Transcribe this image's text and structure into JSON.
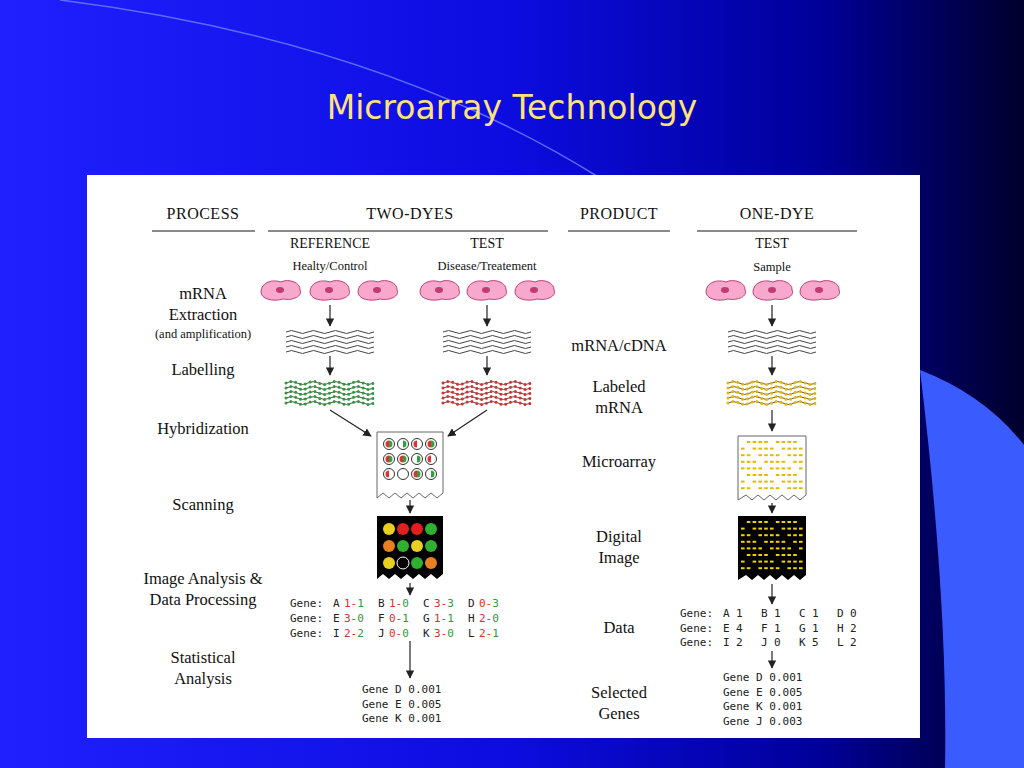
{
  "diagram": {
    "title": "Microarray Technology",
    "labels": [
      "PROCESS",
      "TWO-DYES",
      "PRODUCT",
      "ONE-DYE",
      "REFERENCE",
      "TEST",
      "TEST",
      "Healty/Control",
      "Disease/Treatement",
      "Sample",
      "mRNA Extraction",
      "(and amplification)",
      "mRNA/cDNA",
      "Labelling",
      "Labeled mRNA",
      "Hybridization",
      "Microarray",
      "Scanning",
      "Digital Image",
      "Image Analysis & Data Processing",
      "Data",
      "Statistical Analysis",
      "Selected Genes",
      "Gene:",
      "A",
      "1-1",
      "B",
      "1-0",
      "C",
      "3-3",
      "D",
      "0-3",
      "Gene:",
      "E",
      "3-0",
      "F",
      "0-1",
      "G",
      "1-1",
      "H",
      "2-0",
      "Gene:",
      "I",
      "2-2",
      "J",
      "0-0",
      "K",
      "3-0",
      "L",
      "2-1",
      "Gene:",
      "A",
      "1",
      "B",
      "1",
      "C",
      "1",
      "D",
      "0",
      "Gene:",
      "E",
      "4",
      "F",
      "1",
      "G",
      "1",
      "H",
      "2",
      "Gene:",
      "I",
      "2",
      "J",
      "0",
      "K",
      "5",
      "L",
      "2",
      "Gene D 0.001",
      "Gene E 0.005",
      "Gene K 0.001",
      "Gene D 0.001",
      "Gene E 0.005",
      "Gene K 0.001",
      "Gene J 0.003"
    ]
  }
}
